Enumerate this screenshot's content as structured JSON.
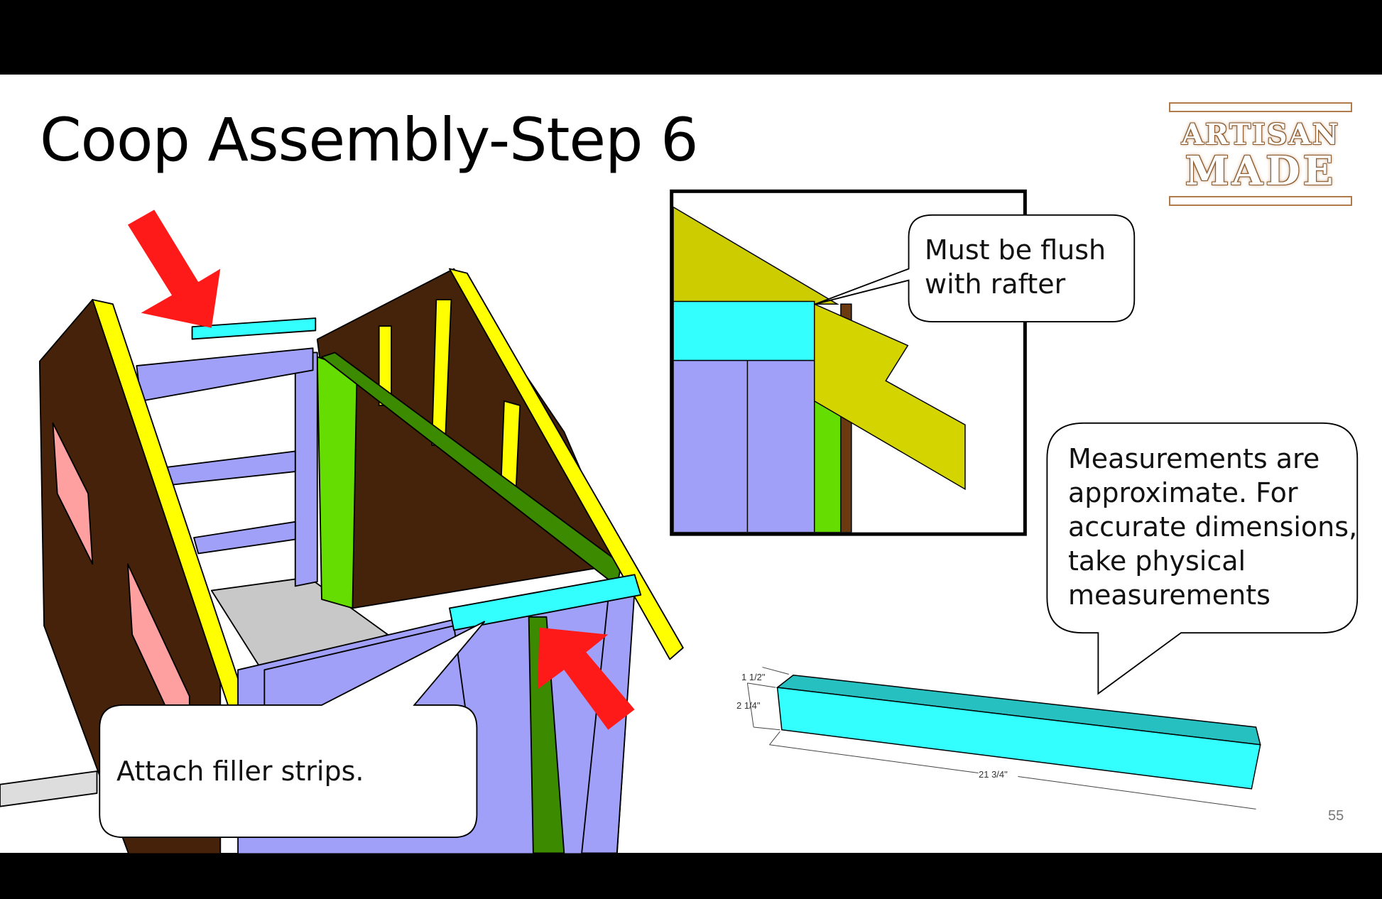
{
  "slide": {
    "title": "Coop Assembly-Step 6",
    "page_number": "55"
  },
  "logo": {
    "line1": "ARTISAN",
    "line2": "MADE"
  },
  "callouts": {
    "flush": [
      "Must be flush",
      "with rafter"
    ],
    "measurements": [
      "Measurements are",
      "approximate.  For",
      "accurate dimensions,",
      "take physical",
      "measurements"
    ],
    "attach": "Attach filler strips."
  },
  "part_dimensions": {
    "thickness": "1 1/2\"",
    "width": "2 1/4\"",
    "length": "21 3/4\""
  },
  "colors": {
    "filler_strip": "#33ffff",
    "frame": "#a0a0f8",
    "rafter": "#ffff00",
    "siding": "#47220a",
    "arrow": "#ff1a1a"
  }
}
